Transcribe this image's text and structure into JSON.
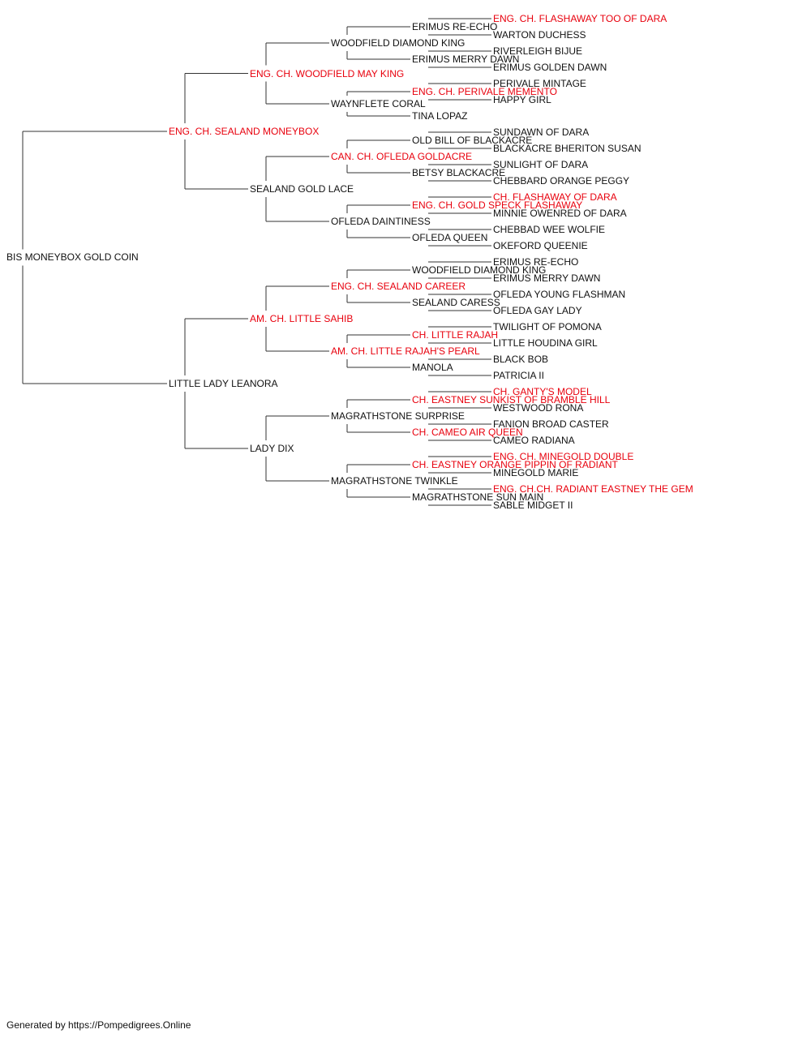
{
  "colors": {
    "champion": "#e8000d",
    "normal": "#111111",
    "line": "#333333"
  },
  "footer": "Generated by https://Pompedigrees.Online",
  "pedigree": {
    "name": "BIS MONEYBOX GOLD COIN",
    "champion": false,
    "sire": {
      "name": "ENG. CH. SEALAND MONEYBOX",
      "champion": true,
      "sire": {
        "name": "ENG. CH. WOODFIELD MAY KING",
        "champion": true,
        "sire": {
          "name": "WOODFIELD DIAMOND KING",
          "champion": false,
          "sire": {
            "name": "ERIMUS RE-ECHO",
            "champion": false,
            "sire": {
              "name": "ENG. CH. FLASHAWAY TOO OF DARA",
              "champion": true
            },
            "dam": {
              "name": "WARTON DUCHESS",
              "champion": false
            }
          },
          "dam": {
            "name": "ERIMUS MERRY DAWN",
            "champion": false,
            "sire": {
              "name": "RIVERLEIGH BIJUE",
              "champion": false
            },
            "dam": {
              "name": "ERIMUS GOLDEN DAWN",
              "champion": false
            }
          }
        },
        "dam": {
          "name": "WAYNFLETE CORAL",
          "champion": false,
          "sire": {
            "name": "ENG. CH. PERIVALE MEMENTO",
            "champion": true,
            "sire": {
              "name": "PERIVALE MINTAGE",
              "champion": false
            },
            "dam": {
              "name": "HAPPY GIRL",
              "champion": false
            }
          },
          "dam": {
            "name": "TINA LOPAZ",
            "champion": false
          }
        }
      },
      "dam": {
        "name": "SEALAND GOLD LACE",
        "champion": false,
        "sire": {
          "name": "CAN. CH. OFLEDA GOLDACRE",
          "champion": true,
          "sire": {
            "name": "OLD BILL OF BLACKACRE",
            "champion": false,
            "sire": {
              "name": "SUNDAWN OF DARA",
              "champion": false
            },
            "dam": {
              "name": "BLACKACRE BHERITON SUSAN",
              "champion": false
            }
          },
          "dam": {
            "name": "BETSY BLACKACRE",
            "champion": false,
            "sire": {
              "name": "SUNLIGHT OF DARA",
              "champion": false
            },
            "dam": {
              "name": "CHEBBARD ORANGE PEGGY",
              "champion": false
            }
          }
        },
        "dam": {
          "name": "OFLEDA DAINTINESS",
          "champion": false,
          "sire": {
            "name": "ENG. CH. GOLD SPECK FLASHAWAY",
            "champion": true,
            "sire": {
              "name": "CH. FLASHAWAY OF DARA",
              "champion": true
            },
            "dam": {
              "name": "MINNIE OWENRED OF DARA",
              "champion": false
            }
          },
          "dam": {
            "name": "OFLEDA QUEEN",
            "champion": false,
            "sire": {
              "name": "CHEBBAD WEE WOLFIE",
              "champion": false
            },
            "dam": {
              "name": "OKEFORD QUEENIE",
              "champion": false
            }
          }
        }
      }
    },
    "dam": {
      "name": "LITTLE LADY LEANORA",
      "champion": false,
      "sire": {
        "name": "AM. CH. LITTLE SAHIB",
        "champion": true,
        "sire": {
          "name": "ENG. CH. SEALAND CAREER",
          "champion": true,
          "sire": {
            "name": "WOODFIELD DIAMOND KING",
            "champion": false,
            "sire": {
              "name": "ERIMUS RE-ECHO",
              "champion": false
            },
            "dam": {
              "name": "ERIMUS MERRY DAWN",
              "champion": false
            }
          },
          "dam": {
            "name": "SEALAND CARESS",
            "champion": false,
            "sire": {
              "name": "OFLEDA YOUNG FLASHMAN",
              "champion": false
            },
            "dam": {
              "name": "OFLEDA GAY LADY",
              "champion": false
            }
          }
        },
        "dam": {
          "name": "AM. CH. LITTLE RAJAH'S PEARL",
          "champion": true,
          "sire": {
            "name": "CH. LITTLE RAJAH",
            "champion": true,
            "sire": {
              "name": "TWILIGHT OF POMONA",
              "champion": false
            },
            "dam": {
              "name": "LITTLE HOUDINA GIRL",
              "champion": false
            }
          },
          "dam": {
            "name": "MANOLA",
            "champion": false,
            "sire": {
              "name": "BLACK BOB",
              "champion": false
            },
            "dam": {
              "name": "PATRICIA II",
              "champion": false
            }
          }
        }
      },
      "dam": {
        "name": "LADY DIX",
        "champion": false,
        "sire": {
          "name": "MAGRATHSTONE SURPRISE",
          "champion": false,
          "sire": {
            "name": "CH. EASTNEY SUNKIST OF BRAMBLE HILL",
            "champion": true,
            "sire": {
              "name": "CH. GANTY'S MODEL",
              "champion": true
            },
            "dam": {
              "name": "WESTWOOD RONA",
              "champion": false
            }
          },
          "dam": {
            "name": "CH. CAMEO AIR QUEEN",
            "champion": true,
            "sire": {
              "name": "FANION BROAD CASTER",
              "champion": false
            },
            "dam": {
              "name": "CAMEO RADIANA",
              "champion": false
            }
          }
        },
        "dam": {
          "name": "MAGRATHSTONE TWINKLE",
          "champion": false,
          "sire": {
            "name": "CH. EASTNEY ORANGE PIPPIN OF RADIANT",
            "champion": true,
            "sire": {
              "name": "ENG. CH. MINEGOLD DOUBLE",
              "champion": true
            },
            "dam": {
              "name": "MINEGOLD MARIE",
              "champion": false
            }
          },
          "dam": {
            "name": "MAGRATHSTONE SUN MAIN",
            "champion": false,
            "sire": {
              "name": "ENG. CH.CH. RADIANT EASTNEY THE GEM",
              "champion": true
            },
            "dam": {
              "name": "SABLE MIDGET II",
              "champion": false
            }
          }
        }
      }
    }
  }
}
